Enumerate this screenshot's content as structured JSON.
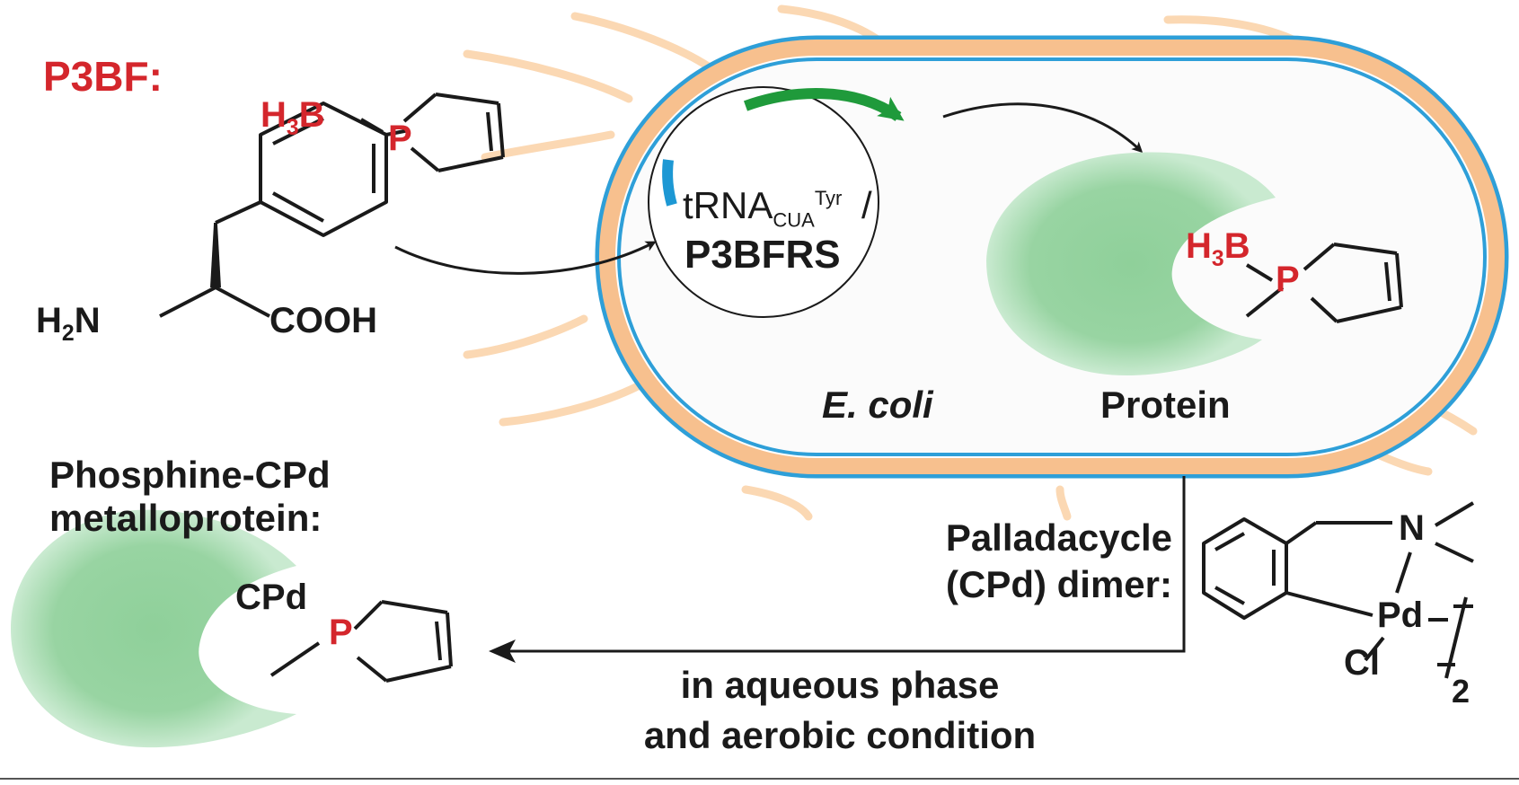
{
  "colors": {
    "accent_red": "#d4262c",
    "membrane_blue": "#2e9fd8",
    "membrane_orange": "#f7c08e",
    "flagella_orange": "#fbd8b3",
    "protein_green": "#8fd09a",
    "gene_green": "#1f9a3b",
    "promoter_blue": "#1d98d4",
    "ink": "#1a1a1a"
  },
  "p3bf": {
    "title": "P3BF:",
    "amine_h": "H",
    "amine_sub": "2",
    "amine_n": "N",
    "acid": "COOH",
    "borane_h": "H",
    "borane_sub": "3",
    "borane_b": "B",
    "phosphorus": "P"
  },
  "cell": {
    "organism": "E. coli",
    "plasmid_line1_main": "tRNA",
    "plasmid_line1_sub": "CUA",
    "plasmid_line1_sup": "Tyr",
    "plasmid_line1_slash": "/",
    "plasmid_line2": "P3BFRS",
    "protein_label": "Protein",
    "protein_borane_h": "H",
    "protein_borane_sub": "3",
    "protein_borane_b": "B",
    "protein_phosphorus": "P"
  },
  "product": {
    "title_line1": "Phosphine-CPd",
    "title_line2": "metalloprotein:",
    "cpd": "CPd",
    "phosphorus": "P"
  },
  "reagent": {
    "label_line1": "Palladacycle",
    "label_line2": "(CPd) dimer:",
    "n": "N",
    "pd": "Pd",
    "cl": "Cl",
    "count": "2"
  },
  "conditions": {
    "line1": "in aqueous phase",
    "line2": "and aerobic condition"
  },
  "icons": [
    "reaction-arrow-icon",
    "plasmid-icon",
    "protein-pocket-icon"
  ]
}
